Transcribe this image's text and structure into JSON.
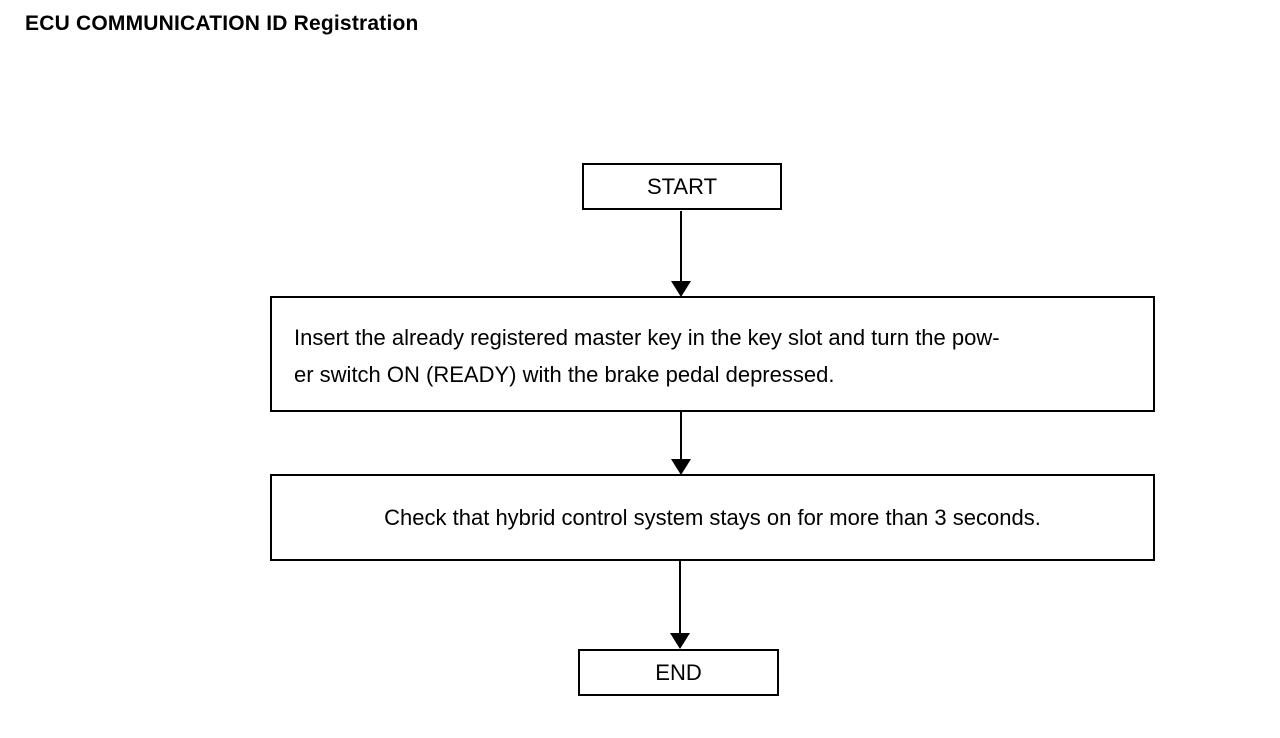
{
  "page": {
    "title": "ECU COMMUNICATION ID Registration"
  },
  "flowchart": {
    "start": {
      "label": "START"
    },
    "step1": {
      "line1": "Insert the already registered master key in the key slot and turn the pow-",
      "line2": "er switch ON (READY) with the brake pedal depressed."
    },
    "step2": {
      "text": "Check that hybrid control system stays on for more than 3 seconds."
    },
    "end": {
      "label": "END"
    }
  },
  "colors": {
    "ink": "#000000",
    "background": "#ffffff"
  }
}
